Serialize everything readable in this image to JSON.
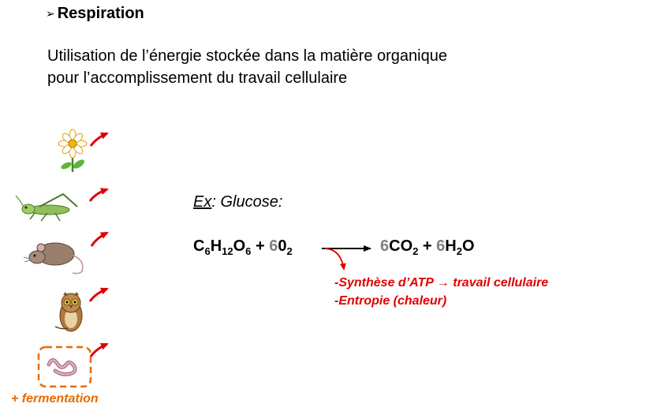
{
  "slide": {
    "title": "Respiration",
    "intro_line1": "Utilisation de l’énergie stockée dans la matière organique",
    "intro_line2": "pour l’accomplissement du travail cellulaire",
    "example_prefix": "Ex",
    "example_rest": ": Glucose:",
    "notes": {
      "line1": "-Synthèse d’ATP → travail cellulaire",
      "line2": "-Entropie (chaleur)"
    },
    "fermentation_label": "+ fermentation"
  },
  "equation": {
    "reactant1": {
      "c": "C",
      "c_n": "6",
      "h": "H",
      "h_n": "12",
      "o": "O",
      "o_n": "6"
    },
    "plus1": " + ",
    "reactant2": {
      "coef": "6",
      "o": "0",
      "o_n": "2"
    },
    "product1": {
      "coef": "6",
      "formula": "CO",
      "n": "2"
    },
    "plus2": " + ",
    "product2": {
      "coef": "6",
      "h": "H",
      "h_n": "2",
      "o": "O"
    }
  },
  "organisms": [
    "flower-icon",
    "grasshopper-icon",
    "mouse-icon",
    "owl-icon",
    "worm-icon"
  ],
  "colors": {
    "arrow_red": "#e00000",
    "fermentation_orange": "#e86b00",
    "gray": "#808080"
  }
}
